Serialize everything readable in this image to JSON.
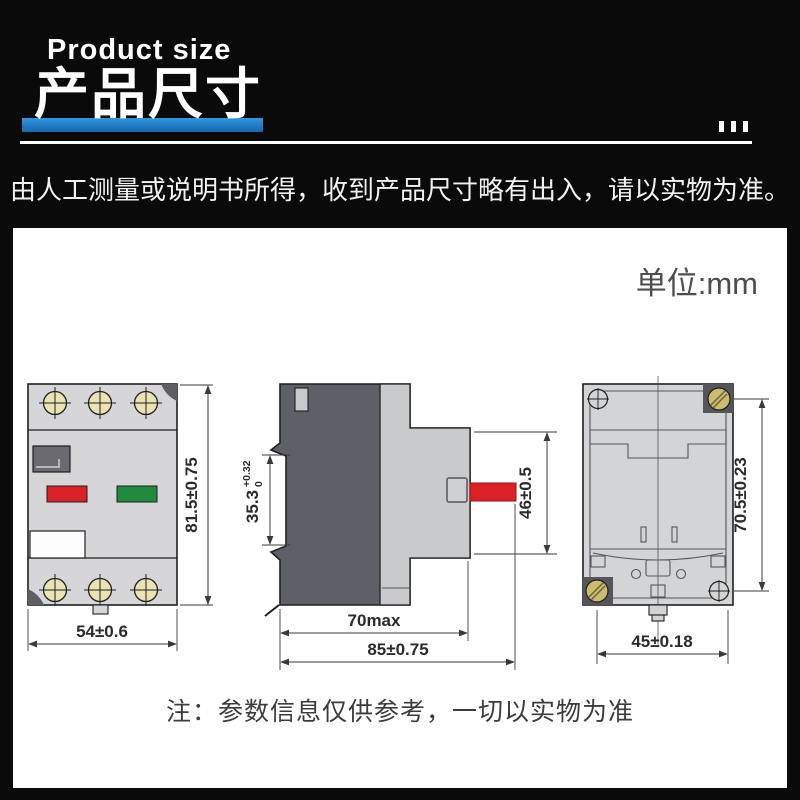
{
  "header": {
    "subtitle": "Product size",
    "title": "产品尺寸"
  },
  "notice": {
    "text": "由人工测量或说明书所得，收到产品尺寸略有出入，请以实物为准。"
  },
  "panel": {
    "unit": "单位:mm",
    "footnote": "注：参数信息仅供参考，一切以实物为准"
  },
  "views": {
    "front": {
      "height": "81.5±0.75",
      "width": "54±0.6"
    },
    "side": {
      "rail_slot_base": "35.3",
      "rail_slot_upper": "+0.32",
      "rail_slot_lower": "0",
      "front_section": "46±0.5",
      "body_depth": "70max",
      "total_depth": "85±0.75"
    },
    "back": {
      "screw_spacing_v": "70.5±0.23",
      "screw_spacing_h": "45±0.18"
    }
  },
  "colors": {
    "accent_blue": "#1f85cf",
    "button_red": "#da2128",
    "button_green": "#208b3e",
    "screw_brass": "#cbbc70",
    "body_gray": "#d5d5d7",
    "dark_gray": "#5d6067",
    "panel_bg": "#ffffff",
    "page_bg": "#0a0a0a"
  }
}
